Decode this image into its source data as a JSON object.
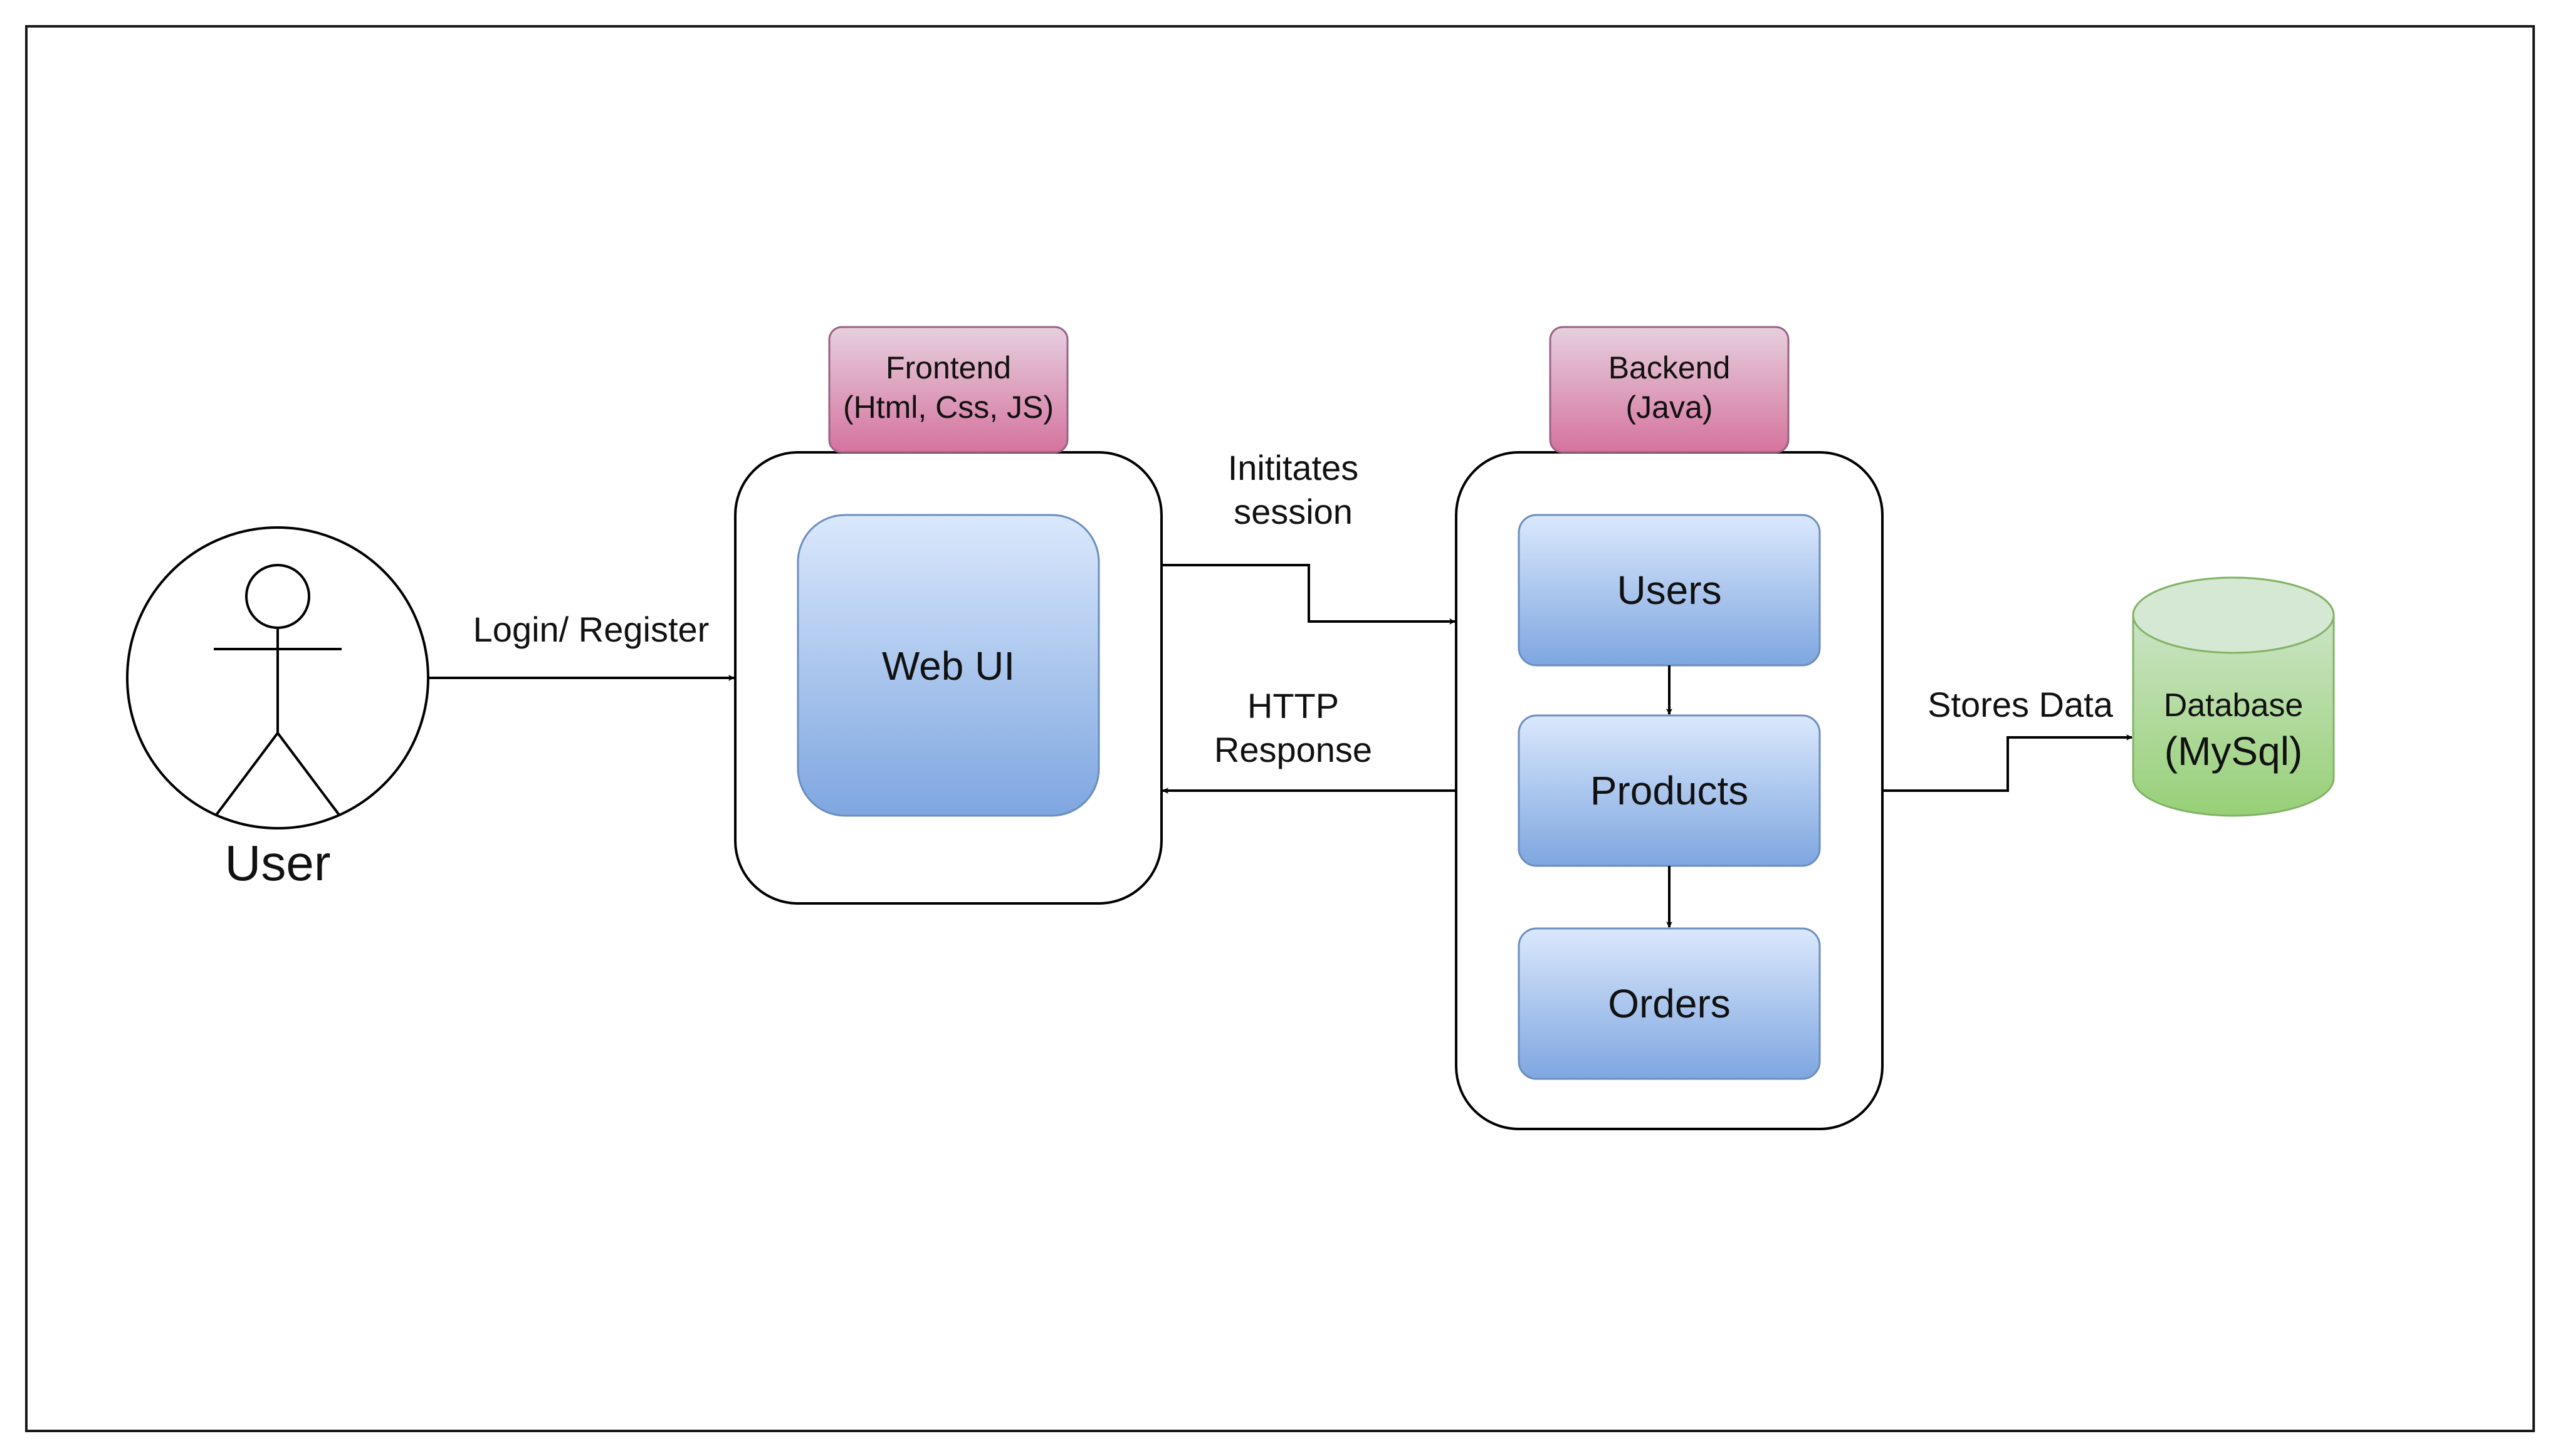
{
  "colors": {
    "frame_border": "#1a1a1a",
    "line": "#000000",
    "component_fill_top": "#dae8fc",
    "component_fill_bottom": "#7ea6e0",
    "component_stroke": "#6c8ebf",
    "tag_fill_top": "#e6d0de",
    "tag_fill_bottom": "#d5739d",
    "tag_stroke": "#996185",
    "db_fill_top": "#d5e8d4",
    "db_fill_bottom": "#97d077",
    "db_stroke": "#82b366",
    "text": "#111111"
  },
  "actor": {
    "label": "User"
  },
  "frontend": {
    "tag": {
      "line1": "Frontend",
      "line2": "(Html, Css, JS)"
    },
    "component": "Web UI"
  },
  "backend": {
    "tag": {
      "line1": "Backend",
      "line2": "(Java)"
    },
    "components": [
      "Users",
      "Products",
      "Orders"
    ]
  },
  "database": {
    "line1": "Database",
    "line2": "(MySql)"
  },
  "edges": {
    "login": "Login/ Register",
    "session": {
      "line1": "Inititates",
      "line2": "session"
    },
    "response": {
      "line1": "HTTP",
      "line2": "Response"
    },
    "stores": "Stores Data"
  }
}
